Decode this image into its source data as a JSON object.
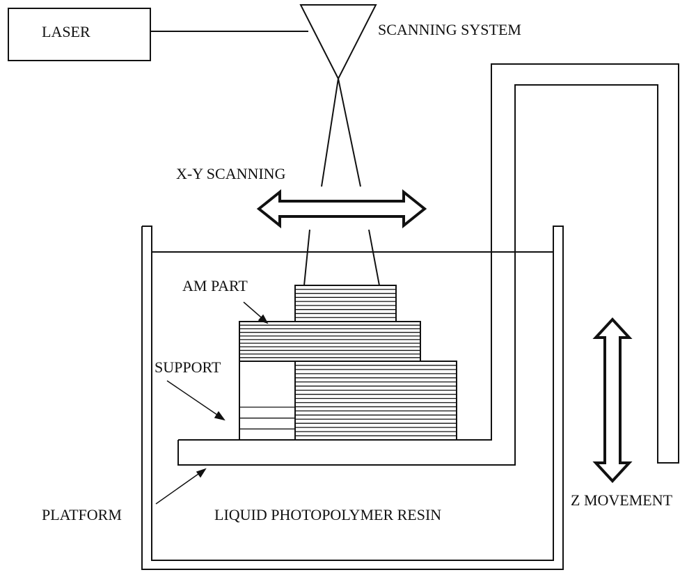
{
  "labels": {
    "laser": "LASER",
    "scanning_system": "SCANNING SYSTEM",
    "xy_scanning": "X-Y SCANNING",
    "am_part": "AM PART",
    "support": "SUPPORT",
    "platform": "PLATFORM",
    "resin": "LIQUID PHOTOPOLYMER RESIN",
    "z_movement": "Z MOVEMENT"
  },
  "part_layers": [
    {
      "tier": "top",
      "layers": 9
    },
    {
      "tier": "upper-middle",
      "layers": 6
    },
    {
      "tier": "middle",
      "layers": 5
    },
    {
      "tier": "lower",
      "layers": 19
    }
  ],
  "support_layers": 3,
  "colors": {
    "ink": "#111111",
    "background": "#ffffff"
  }
}
